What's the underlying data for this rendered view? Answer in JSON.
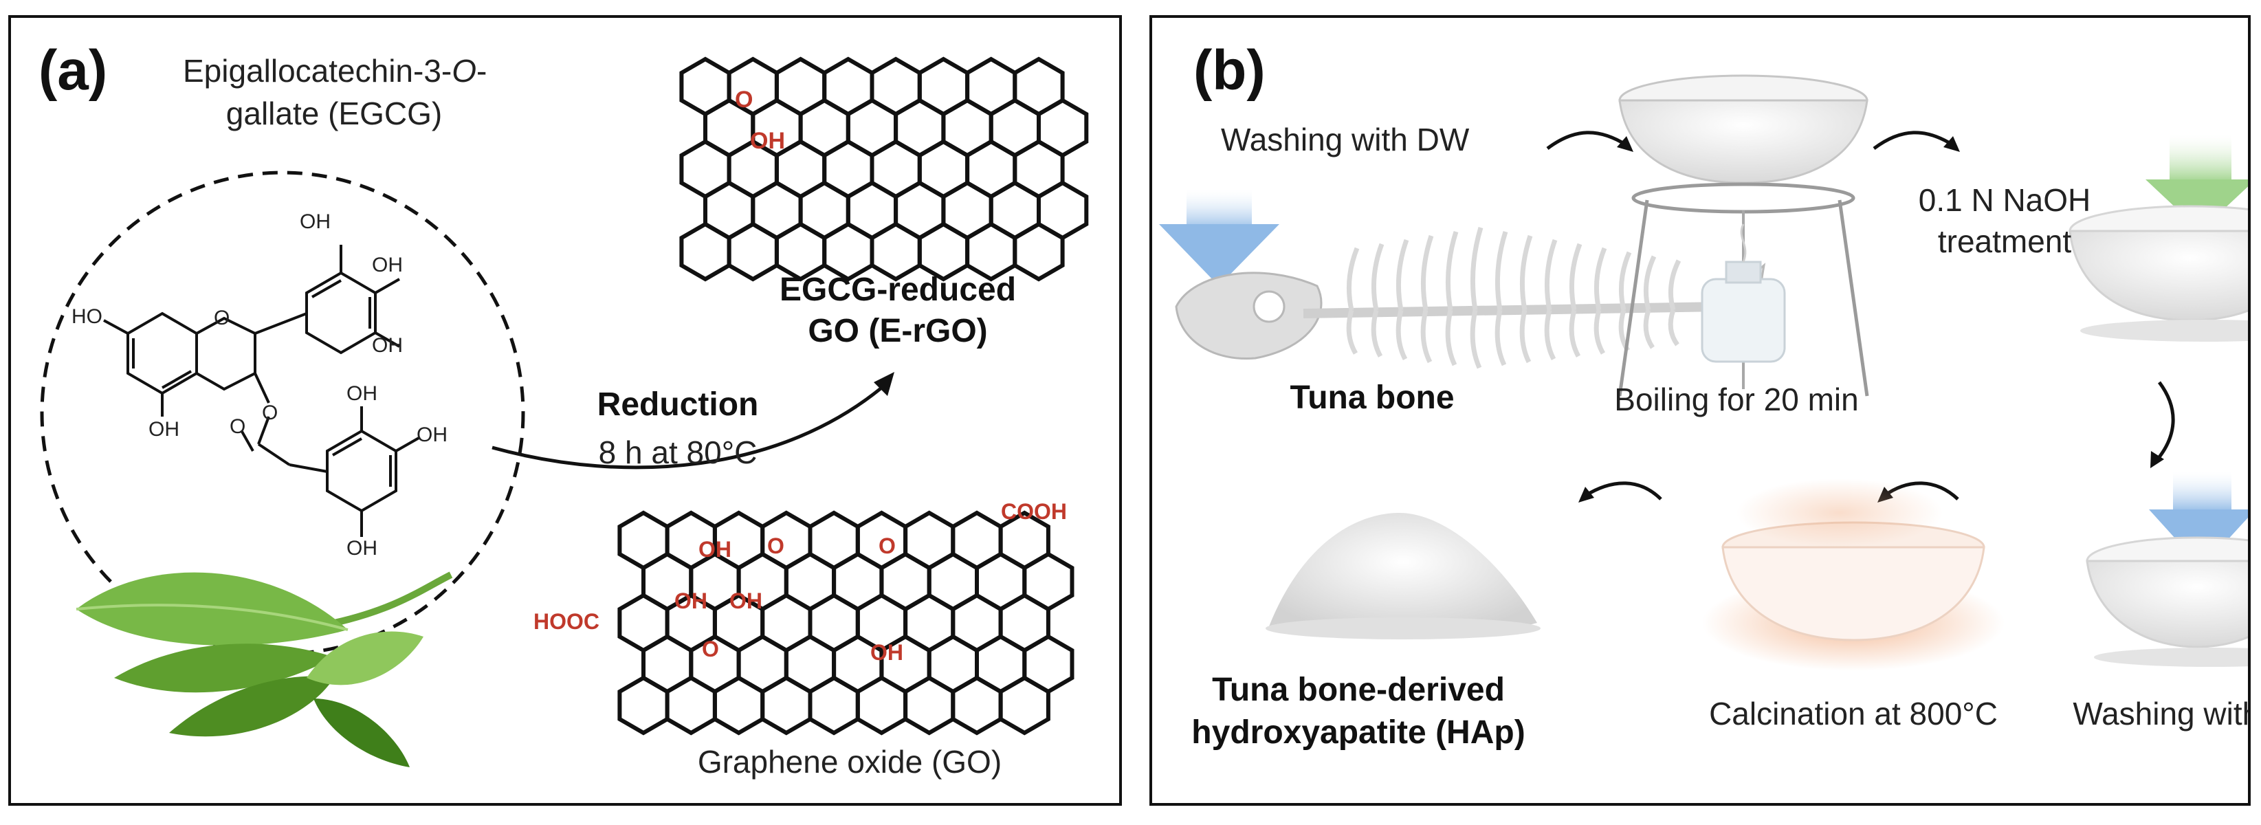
{
  "panel_a": {
    "label": "(a)",
    "egcg_name_line1": "Epigallocatechin-3-",
    "egcg_name_italic": "O",
    "egcg_name_dash": "-",
    "egcg_name_line2": "gallate (EGCG)",
    "oh_label": "OH",
    "ho_label": "HO",
    "o_label": "O",
    "reduction_label": "Reduction",
    "reduction_condition": "8 h at 80°C",
    "ergo_line1": "EGCG-reduced",
    "ergo_line2": "GO (E-rGO)",
    "go_caption": "Graphene oxide (GO)",
    "cooh_label": "COOH",
    "hooc_label": "HOOC",
    "accent_color": "#c0392b"
  },
  "panel_b": {
    "label": "(b)",
    "step_washing_dw_top": "Washing with DW",
    "tuna_bone": "Tuna bone",
    "boiling": "Boiling for 20 min",
    "naoh_line1": "0.1 N NaOH",
    "naoh_line2": "treatment",
    "washing_dw_bottom": "Washing with DW",
    "calcination": "Calcination at 800°C",
    "hap_line1": "Tuna bone-derived",
    "hap_line2": "hydroxyapatite (HAp)",
    "colors": {
      "water_arrow": "#9fc3ea",
      "naoh_arrow": "#a9d99a",
      "calcination_glow": "#f3b48d"
    }
  }
}
